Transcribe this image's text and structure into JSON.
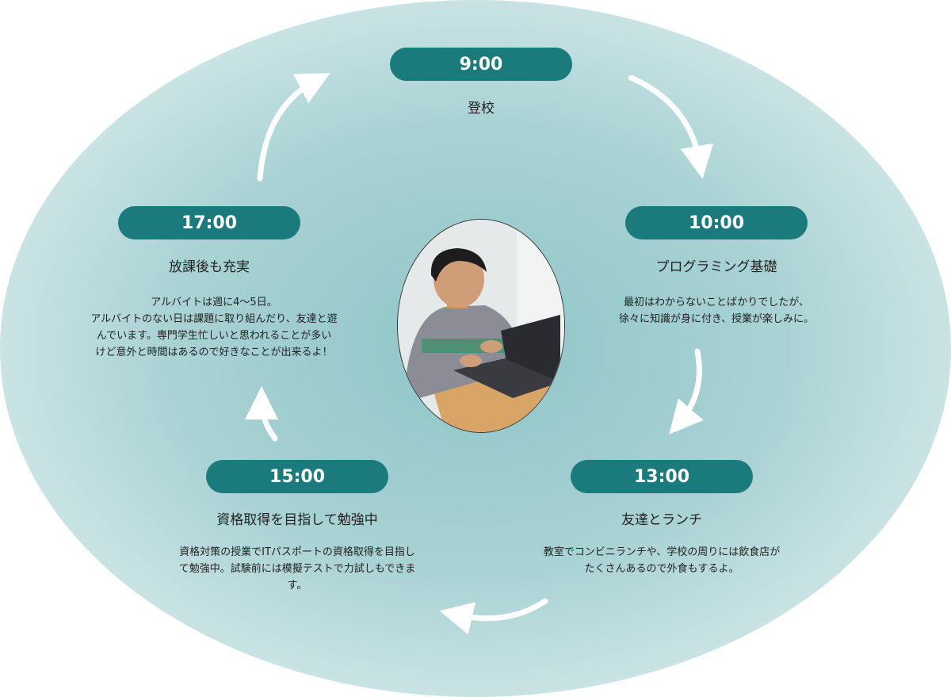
{
  "steps": [
    {
      "time": "9:00",
      "heading": "登校",
      "lines": []
    },
    {
      "time": "10:00",
      "heading": "プログラミング基礎",
      "lines": [
        "最初はわからないことばかりでしたが、",
        "徐々に知識が身に付き、授業が楽しみに。"
      ]
    },
    {
      "time": "13:00",
      "heading": "友達とランチ",
      "lines": [
        "教室でコンビニランチや、学校の周りには飲食店が",
        "たくさんあるので外食もするよ。"
      ]
    },
    {
      "time": "15:00",
      "heading": "資格取得を目指して勉強中",
      "lines": [
        "資格対策の授業でITパスポートの資格取得を目指し",
        "て勉強中。試験前には模擬テストで力試しもできま",
        "す。"
      ]
    },
    {
      "time": "17:00",
      "heading": "放課後も充実",
      "lines": [
        "アルバイトは週に4～5日。",
        "アルバイトのない日は課題に取り組んだり、友達と遊",
        "んでいます。専門学生忙しいと思われることが多い",
        "けど意外と時間はあるので好きなことが出来るよ！"
      ]
    }
  ],
  "colors": {
    "accent": "#1b7a7c",
    "arrow": "#ffffff"
  }
}
